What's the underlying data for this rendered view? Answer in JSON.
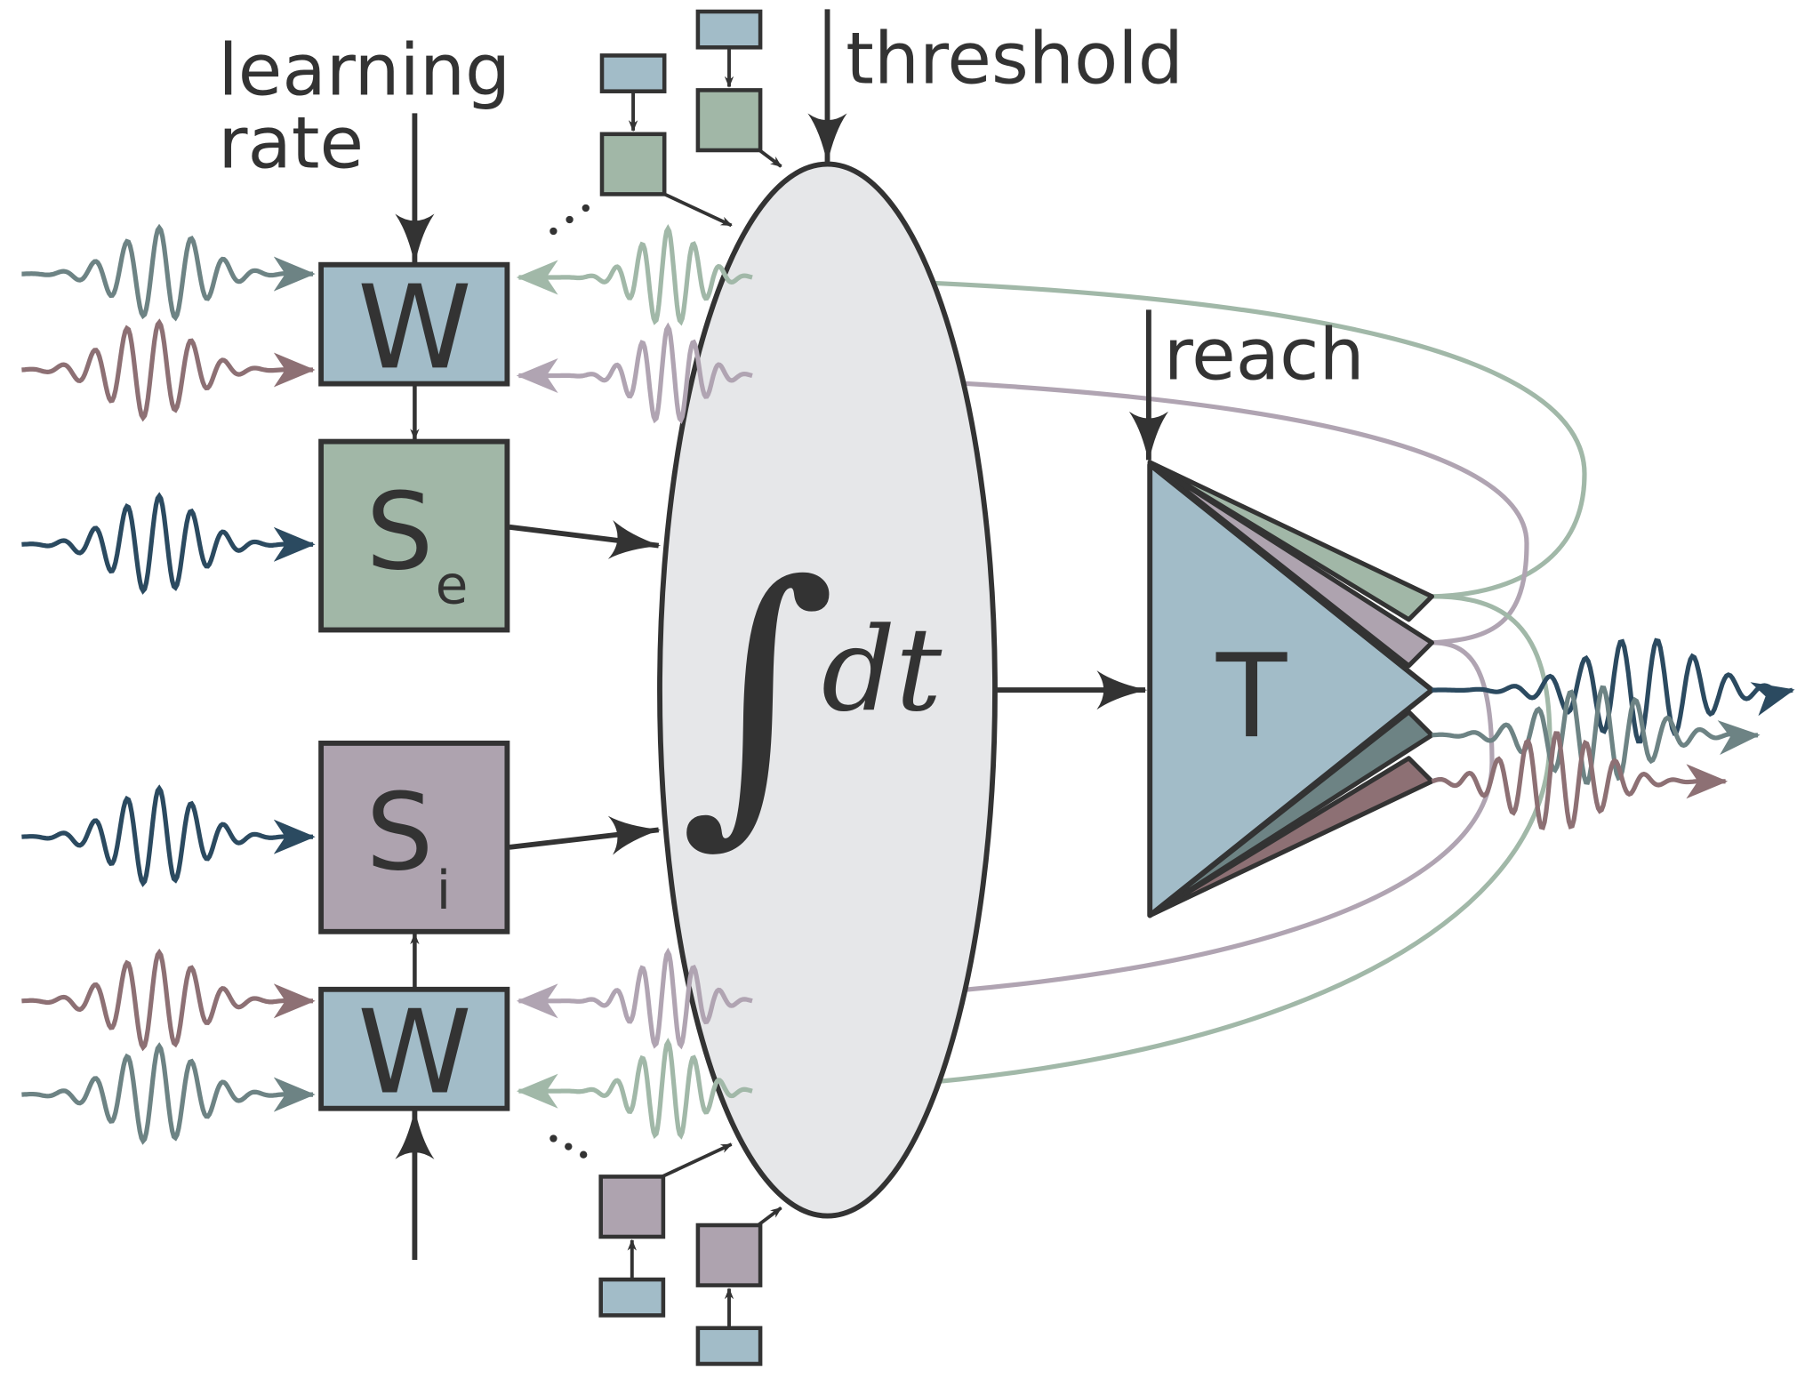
{
  "labels": {
    "learning_rate_line1": "learning",
    "learning_rate_line2": "rate",
    "threshold": "threshold",
    "reach": "reach",
    "weight_top": "W",
    "weight_bottom": "W",
    "synapse_excitatory_letter": "S",
    "synapse_excitatory_sub": "e",
    "synapse_inhibitory_letter": "S",
    "synapse_inhibitory_sub": "i",
    "integrator_symbol": "∫",
    "integrator_text": "dt",
    "transmitter": "T"
  },
  "colors": {
    "stroke": "#333333",
    "weight_fill": "#a2bcc8",
    "excitatory_fill": "#a1b7a7",
    "inhibitory_fill": "#aea3af",
    "integrator_fill": "#e6e7e9",
    "navy": "#2b4a60",
    "slate": "#6d8384",
    "mauve": "#8d7074",
    "sage": "#a1b8a8",
    "lilac": "#b0a4b2",
    "blue_small": "#a2bcc8"
  }
}
